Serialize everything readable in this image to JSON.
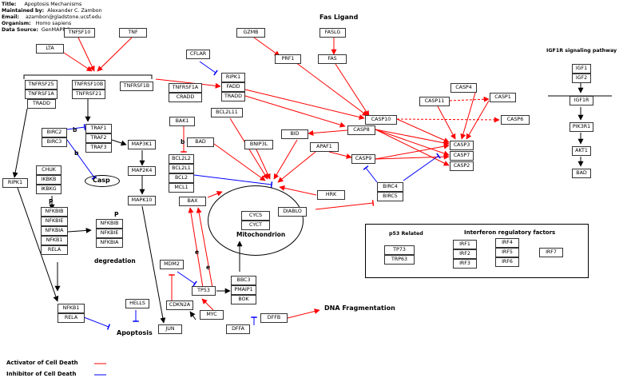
{
  "header": {
    "title_label": "Title:",
    "title": "Apoptosis Mechanisms",
    "maintained_label": "Maintained by:",
    "maintained": "Alexander C. Zambon",
    "email_label": "Email:",
    "email": "azambon@gladstone.ucsf.edu",
    "organism_label": "Organism:",
    "organism": "Homo sapiens",
    "source_label": "Data Source:",
    "source": "GenMAPP 2"
  },
  "labels": {
    "fas_ligand": "Fas Ligand",
    "igf1r_pathway": "IGF1R signaling pathway",
    "casp": "Casp",
    "degredation": "degredation",
    "mitochondrion": "Mitochondrion",
    "apoptosis": "Apoptosis",
    "dna_fragmentation": "DNA Fragmentation",
    "p53_related": "p53 Related",
    "interferon": "Interferon regulatory factors",
    "legend_activator": "Activator of Cell Death",
    "legend_inhibitor": "Inhibitor of Cell Death",
    "b1": "b",
    "b2": "b",
    "b3": "b",
    "p1": "P",
    "p2": "P",
    "e1": "e",
    "e2": "e"
  },
  "genes": {
    "tnfsf10": "TNFSF10",
    "tnf": "TNF",
    "lta": "LTA",
    "tnfrsf25": "TNFRSF25",
    "tnfrsf1a": "TNFRSF1A",
    "tradd": "TRADD",
    "tnfrsf10b": "TNFRSF10B",
    "tnfrsf21": "TNFRSF21",
    "tnfrsf1b": "TNFRSF1B",
    "tnfrsf1a_b": "TNFRSF1A",
    "cradd": "CRADD",
    "cflar": "CFLAR",
    "ripk1": "RIPK1",
    "fadd": "FADD",
    "tradd_b": "TRADD",
    "gzmb": "GZMB",
    "prf1": "PRF1",
    "faslg": "FASLG",
    "fas": "FAS",
    "casp4": "CASP4",
    "casp11": "CASP11",
    "casp1": "CASP1",
    "casp10": "CASP10",
    "casp6": "CASP6",
    "casp8": "CASP8",
    "casp3": "CASP3",
    "casp7": "CASP7",
    "casp2": "CASP2",
    "casp9": "CASP9",
    "birc2": "BIRC2",
    "birc3": "BIRC3",
    "traf1": "TRAF1",
    "traf2": "TRAF2",
    "traf3": "TRAF3",
    "map3k1": "MAP3K1",
    "map2k4": "MAP2K4",
    "mapk10": "MAPK10",
    "bak1": "BAK1",
    "bad": "BAD",
    "bcl2l11": "BCL2L11",
    "bnip3l": "BNIP3L",
    "bid": "BID",
    "apaf1": "APAF1",
    "bcl2l2": "BCL2L2",
    "bcl2l1": "BCL2L1",
    "bcl2": "BCL2",
    "mcl1": "MCL1",
    "bax": "BAX",
    "cycs": "CYCS",
    "cyct": "CYCT",
    "diablo": "DIABLO",
    "hrk": "HRK",
    "birc4": "BIRC4",
    "birc5": "BIRC5",
    "ripk1_b": "RIPK1",
    "chuk": "CHUK",
    "ikbkb": "IKBKB",
    "ikbkg": "IKBKG",
    "nfkbib": "NFKBIB",
    "nfkbie": "NFKBIE",
    "nfkbia": "NFKBIA",
    "nfkb1": "NFKB1",
    "rela": "RELA",
    "nfkbib_d": "NFKBIB",
    "nfkbie_d": "NFKBIE",
    "nfkbia_d": "NFKBIA",
    "nfkb1_b": "NFKB1",
    "rela_b": "RELA",
    "mdm2": "MDM2",
    "cdkn2a": "CDKN2A",
    "tp53": "TP53",
    "myc": "MYC",
    "bbc3": "BBC3",
    "pmaip1": "PMAIP1",
    "bok": "BOK",
    "hells": "HELLS",
    "jun": "JUN",
    "dffa": "DFFA",
    "dffb": "DFFB",
    "igf1": "IGF1",
    "igf2": "IGF2",
    "igf1r": "IGF1R",
    "pik3r1": "PIK3R1",
    "akt1": "AKT1",
    "bad_b": "BAD",
    "tp73": "TP73",
    "trp63": "TRP63",
    "irf1": "IRF1",
    "irf2": "IRF2",
    "irf3": "IRF3",
    "irf4": "IRF4",
    "irf5": "IRF5",
    "irf6": "IRF6",
    "irf7": "IRF7"
  },
  "colors": {
    "activator": "#ff0000",
    "inhibitor": "#0000ff",
    "neutral": "#000000"
  }
}
